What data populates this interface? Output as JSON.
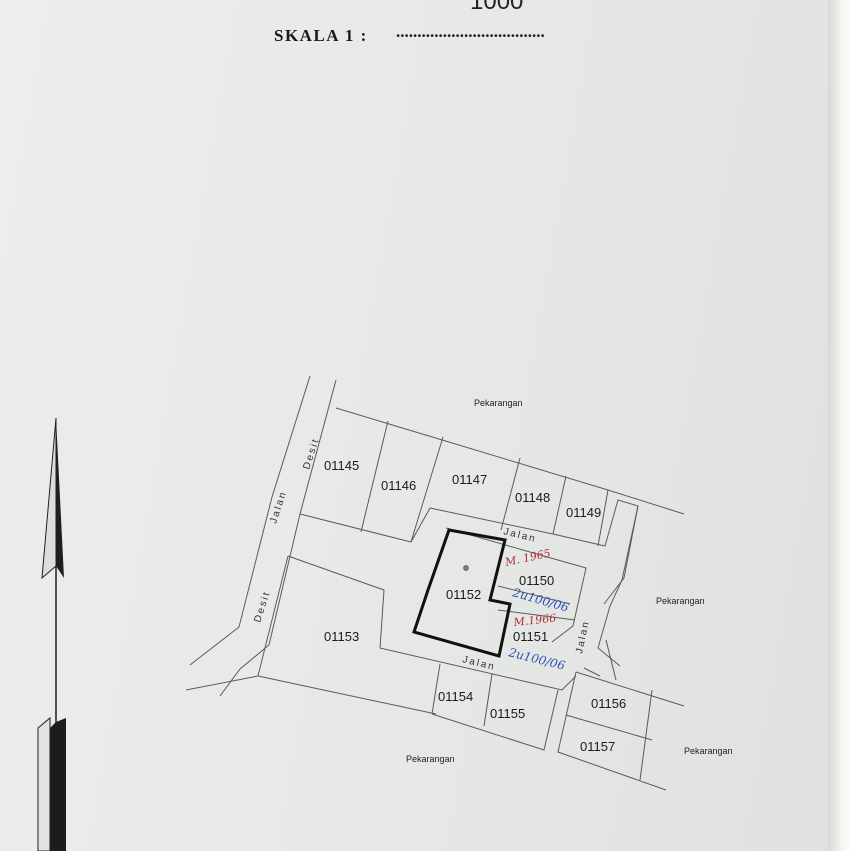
{
  "header": {
    "scale_number": "1000",
    "scale_label": "SKALA 1 :",
    "scale_dots": "..................................."
  },
  "parcels": [
    {
      "id": "01145"
    },
    {
      "id": "01146"
    },
    {
      "id": "01147"
    },
    {
      "id": "01148"
    },
    {
      "id": "01149"
    },
    {
      "id": "01150"
    },
    {
      "id": "01151"
    },
    {
      "id": "01152"
    },
    {
      "id": "01153"
    },
    {
      "id": "01154"
    },
    {
      "id": "01155"
    },
    {
      "id": "01156"
    },
    {
      "id": "01157"
    }
  ],
  "area_labels": {
    "top": "Pekarangan",
    "right": "Pekarangan",
    "bottom_right": "Pekarangan",
    "bottom": "Pekarangan"
  },
  "roads": {
    "left_top": "Jalan",
    "left_top_name": "Desit",
    "left_bottom_name": "Desit",
    "middle": "Jalan",
    "right": "Jalan",
    "lower": "Jalan"
  },
  "handwritten": {
    "red_1": "M. 1965",
    "blue_1": "2u100/06",
    "red_2": "M.1966",
    "blue_2": "2u100/06"
  },
  "colors": {
    "paper": "#e6e8e6",
    "lines": "#555555",
    "highlight": "#111111",
    "red_ink": "#b0303a",
    "blue_ink": "#2c4fb8"
  },
  "icons": [
    "north-arrow-icon"
  ]
}
